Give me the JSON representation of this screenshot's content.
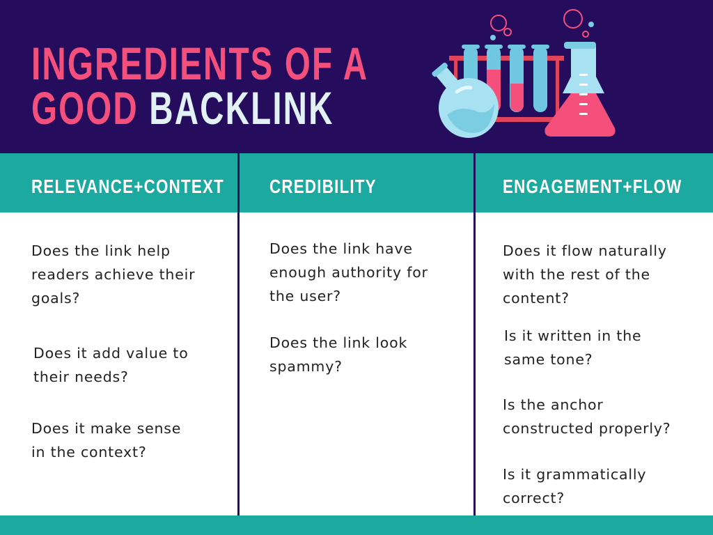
{
  "title": {
    "line1": "INGREDIENTS OF A",
    "line2_pink": "GOOD",
    "line2_light": "BACKLINK"
  },
  "columns": [
    {
      "header": "RELEVANCE+CONTEXT",
      "items": [
        [
          "Does the link help",
          "readers achieve their",
          "goals?"
        ],
        [
          "Does it add value to",
          "their needs?"
        ],
        [
          "Does it make sense",
          "in the context?"
        ]
      ]
    },
    {
      "header": "CREDIBILITY",
      "items": [
        [
          "Does the link have",
          "enough authority for",
          "the user?"
        ],
        [
          "Does the link look",
          "spammy?"
        ]
      ]
    },
    {
      "header": "ENGAGEMENT+FLOW",
      "items": [
        [
          "Does it flow naturally",
          "with the rest of the",
          "content?"
        ],
        [
          "Is it written in the",
          "same tone?"
        ],
        [
          "Is the anchor",
          "constructed properly?"
        ],
        [
          "Is it grammatically",
          "correct?"
        ]
      ]
    }
  ],
  "colors": {
    "background": "#250c5d",
    "pink": "#f5507b",
    "teal": "#1ba9a0",
    "light": "#e1f1f4"
  }
}
